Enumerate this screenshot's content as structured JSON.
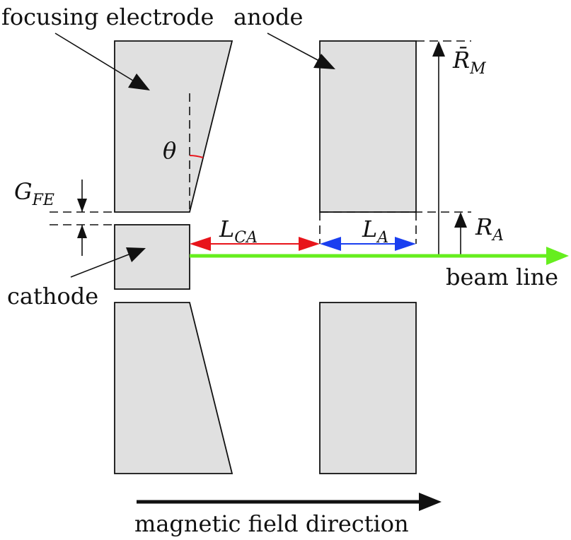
{
  "labels": {
    "focusing_electrode": "focusing electrode",
    "anode": "anode",
    "cathode": "cathode",
    "beam_line": "beam line",
    "magnetic_field": "magnetic field direction"
  },
  "symbols": {
    "theta": "θ",
    "g_fe_main": "G",
    "g_fe_sub": "FE",
    "l_ca_main": "L",
    "l_ca_sub": "CA",
    "l_a_main": "L",
    "l_a_sub": "A",
    "r_m_main": "R̄",
    "r_m_sub": "M",
    "r_a_main": "R",
    "r_a_sub": "A"
  },
  "colors": {
    "block_fill": "#e0e0e0",
    "l_ca_arrow": "#e8141b",
    "l_a_arrow": "#1a3ff0",
    "beam_line": "#66ee1e",
    "theta_arc": "#e8141b"
  }
}
